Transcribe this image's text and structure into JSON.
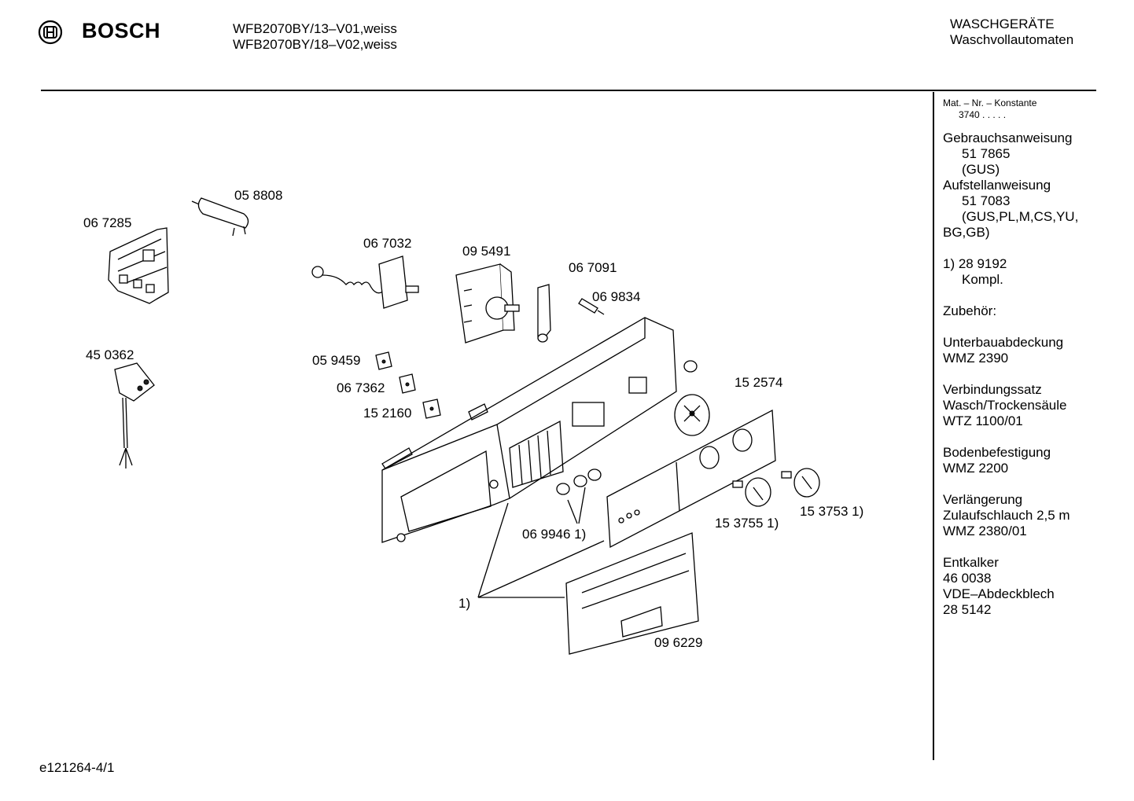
{
  "header": {
    "brand": "BOSCH",
    "model_lines": [
      "WFB2070BY/13–V01,weiss",
      "WFB2070BY/18–V02,weiss"
    ],
    "category_lines": [
      "WASCHGERÄTE",
      "Waschvollautomaten"
    ]
  },
  "sidebar": {
    "mat_label": "Mat. – Nr. – Konstante",
    "mat_value": "3740  .   .   .   .   .",
    "blocks": [
      [
        {
          "t": "Gebrauchsanweisung"
        },
        {
          "t": "51 7865",
          "i": 1
        },
        {
          "t": "(GUS)",
          "i": 1
        }
      ],
      [
        {
          "t": "Aufstellanweisung"
        },
        {
          "t": "51 7083",
          "i": 1
        },
        {
          "t": "(GUS,PL,M,CS,YU,",
          "i": 1
        },
        {
          "t": "BG,GB)"
        }
      ],
      [
        {
          "t": "1)  28 9192"
        },
        {
          "t": "Kompl.",
          "i": 1
        }
      ],
      [
        {
          "t": "Zubehör:"
        }
      ],
      [
        {
          "t": "Unterbauabdeckung"
        },
        {
          "t": "WMZ 2390"
        }
      ],
      [
        {
          "t": "Verbindungssatz"
        },
        {
          "t": "Wasch/Trockensäule"
        },
        {
          "t": "WTZ 1100/01"
        }
      ],
      [
        {
          "t": "Bodenbefestigung"
        },
        {
          "t": "WMZ 2200"
        }
      ],
      [
        {
          "t": "Verlängerung"
        },
        {
          "t": "Zulaufschlauch 2,5 m"
        },
        {
          "t": "WMZ 2380/01"
        }
      ],
      [
        {
          "t": "Entkalker"
        },
        {
          "t": "46 0038"
        },
        {
          "t": "VDE–Abdeckblech"
        },
        {
          "t": "28 5142"
        }
      ]
    ]
  },
  "parts": {
    "p067285": "06 7285",
    "p058808": "05 8808",
    "p067032": "06 7032",
    "p095491": "09 5491",
    "p067091": "06 7091",
    "p069834": "06 9834",
    "p450362": "45 0362",
    "p059459": "05 9459",
    "p067362": "06 7362",
    "p152160": "15 2160",
    "p152574": "15 2574",
    "p153755": "15 3755 1)",
    "p153753": "15 3753 1)",
    "p069946": "06 9946 1)",
    "p1": "1)",
    "p096229": "09 6229"
  },
  "footer": {
    "code": "e121264-4/1"
  }
}
